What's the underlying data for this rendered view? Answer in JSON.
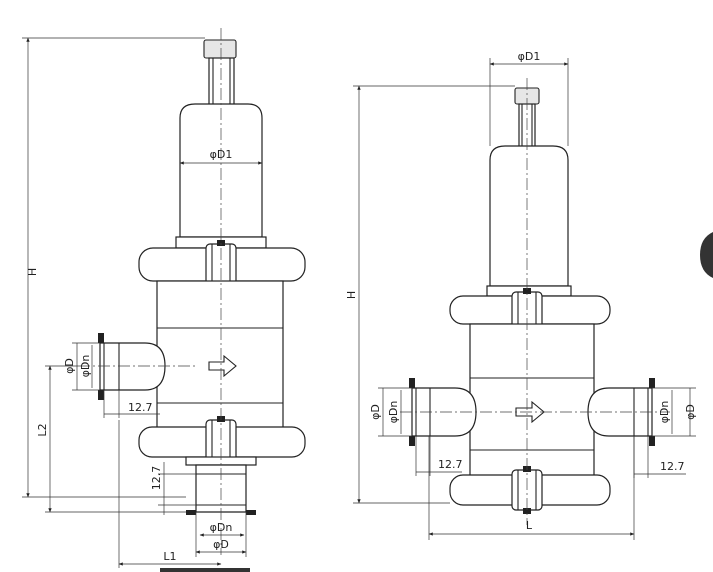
{
  "left_view": {
    "height_label": "H",
    "body_dia_label": "φD1",
    "inlet_outer_label": "φD",
    "inlet_inner_label": "φDn",
    "inlet_stub_label": "12.7",
    "l2_label": "L2",
    "outlet_stub_label": "12.7",
    "outlet_inner_label": "φDn",
    "outlet_outer_label": "φD",
    "l1_label": "L1"
  },
  "right_view": {
    "top_dia_label": "φD1",
    "height_label": "H",
    "left_outer_label": "φD",
    "left_inner_label": "φDn",
    "left_stub_label": "12.7",
    "right_inner_label": "φDn",
    "right_outer_label": "φD",
    "right_stub_label": "12.7",
    "length_label": "L"
  }
}
